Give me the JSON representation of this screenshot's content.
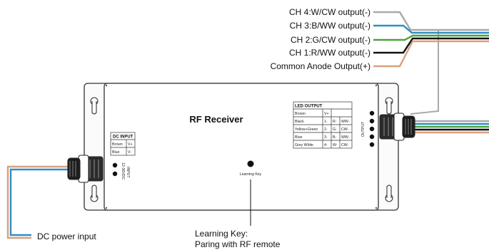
{
  "device": {
    "title": "RF Receiver",
    "learning_key_small": "Learning Key",
    "input_vertical": "INPUT",
    "voltage_vertical": "12-36VDC",
    "output_vertical": "OUTPUT"
  },
  "dc_input_table": {
    "header": "DC INPUT",
    "rows": [
      [
        "Brown",
        "V+"
      ],
      [
        "Blue",
        "V-"
      ]
    ]
  },
  "led_output_table": {
    "header": "LED OUTPUT",
    "rows": [
      [
        "Brown",
        "V+",
        "",
        ""
      ],
      [
        "Black",
        "1-",
        "R-",
        "WW-"
      ],
      [
        "Yellow+Green",
        "2-",
        "G-",
        "CW-"
      ],
      [
        "Blue",
        "3-",
        "B-",
        "WW-"
      ],
      [
        "Grey White",
        "4-",
        "W-",
        "CW-"
      ]
    ]
  },
  "output_labels": {
    "ch4": "CH 4:W/CW output(-)",
    "ch3": "CH 3:B/WW output(-)",
    "ch2": "CH 2:G/CW output(-)",
    "ch1": "CH 1:R/WW output(-)",
    "common": "Common Anode Output(+)"
  },
  "dc_power_label": "DC power input",
  "learning_key_callout": {
    "line1": "Learning Key:",
    "line2": "Paring with RF remote"
  },
  "colors": {
    "grey_wire": "#a9a9a9",
    "blue_wire": "#2f8fc4",
    "green_wire": "#4aa33a",
    "black_wire": "#111111",
    "brown_wire": "#d9a07e"
  }
}
